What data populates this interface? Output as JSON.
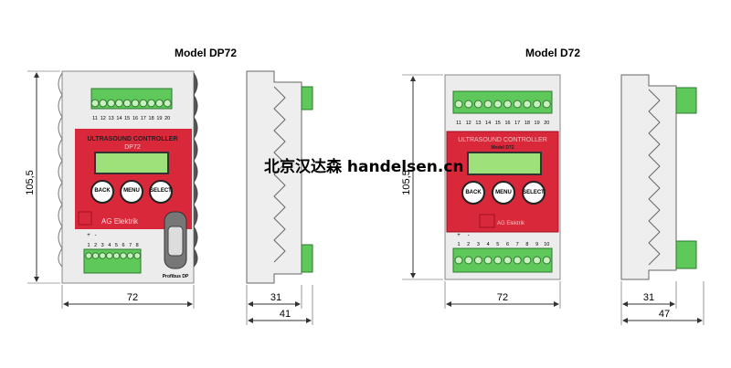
{
  "models": [
    {
      "title": "Model DP72",
      "header": "ULTRASOUND CONTROLLER",
      "subheader": "DP72",
      "buttons": [
        "BACK",
        "MENU",
        "SELECT"
      ],
      "brand": "AG Elektrik",
      "connector_label": "Profibus DP",
      "top_terminals": [
        "11",
        "12",
        "13",
        "14",
        "15",
        "16",
        "17",
        "18",
        "19",
        "20"
      ],
      "bottom_terminals": [
        "1",
        "2",
        "3",
        "4",
        "5",
        "6",
        "7",
        "8"
      ],
      "polarity": [
        "+",
        "-"
      ],
      "dimensions": {
        "height": "105,5",
        "width": "72",
        "depth_body": "31",
        "depth_total": "41"
      }
    },
    {
      "title": "Model D72",
      "header": "ULTRASOUND CONTROLLER",
      "subheader": "Model D72",
      "buttons": [
        "BACK",
        "MENU",
        "SELECT"
      ],
      "brand": "AG Elektrik",
      "top_terminals": [
        "11",
        "12",
        "13",
        "14",
        "15",
        "16",
        "17",
        "18",
        "19",
        "20"
      ],
      "bottom_terminals": [
        "1",
        "2",
        "3",
        "4",
        "5",
        "6",
        "7",
        "8",
        "9",
        "10"
      ],
      "polarity": [
        "+",
        "-"
      ],
      "dimensions": {
        "height": "105,5",
        "width": "72",
        "depth_body": "31",
        "depth_total": "47"
      }
    }
  ],
  "watermark": "北京汉达森 handelsen.cn",
  "colors": {
    "panel_red": "#d8283a",
    "terminal_green": "#5ec85a",
    "lcd_green": "#9ee07a",
    "housing": "#ececec"
  }
}
